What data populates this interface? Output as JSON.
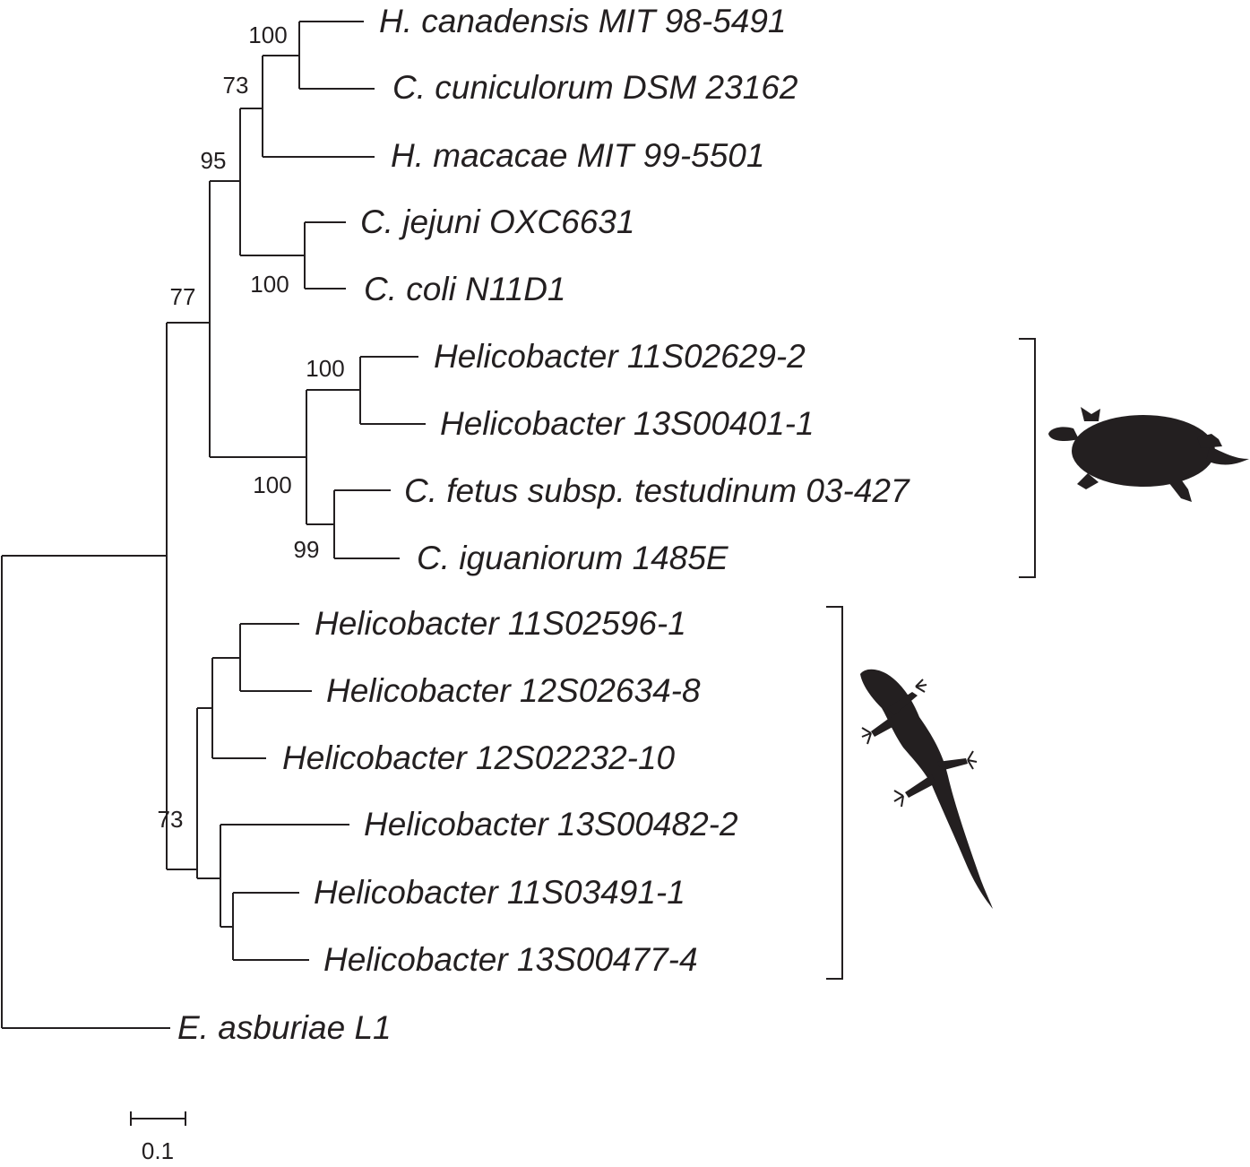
{
  "taxa": [
    {
      "id": "hcan",
      "label": "H. canadensis MIT 98-5491"
    },
    {
      "id": "ccun",
      "label": "C. cuniculorum DSM 23162"
    },
    {
      "id": "hmac",
      "label": "H. macacae MIT 99-5501"
    },
    {
      "id": "cjej",
      "label": "C. jejuni OXC6631"
    },
    {
      "id": "ccol",
      "label": "C. coli N11D1"
    },
    {
      "id": "h1",
      "label": "Helicobacter 11S02629-2"
    },
    {
      "id": "h2",
      "label": "Helicobacter 13S00401-1"
    },
    {
      "id": "cfet",
      "label": "C. fetus subsp. testudinum 03-427"
    },
    {
      "id": "cigu",
      "label": "C. iguaniorum 1485E"
    },
    {
      "id": "h3",
      "label": "Helicobacter 11S02596-1"
    },
    {
      "id": "h4",
      "label": "Helicobacter 12S02634-8"
    },
    {
      "id": "h5",
      "label": "Helicobacter 12S02232-10"
    },
    {
      "id": "h6",
      "label": "Helicobacter 13S00482-2"
    },
    {
      "id": "h7",
      "label": "Helicobacter 11S03491-1"
    },
    {
      "id": "h8",
      "label": "Helicobacter 13S00477-4"
    },
    {
      "id": "easb",
      "label": "E. asburiae L1"
    }
  ],
  "bootstrap": {
    "hcan_ccun": "100",
    "hcan_ccun_hmac": "73",
    "campy_clade": "95",
    "cjej_ccol": "100",
    "main_clade": "77",
    "h1_h2": "100",
    "turtle_clade": "100",
    "cfet_cigu": "99",
    "lizard_clade": "73"
  },
  "scale_bar": {
    "label": "0.1",
    "value": 0.1
  },
  "icons": {
    "turtle": "turtle-silhouette-icon",
    "lizard": "lizard-silhouette-icon"
  },
  "colors": {
    "ink": "#231f20",
    "background": "#ffffff"
  }
}
